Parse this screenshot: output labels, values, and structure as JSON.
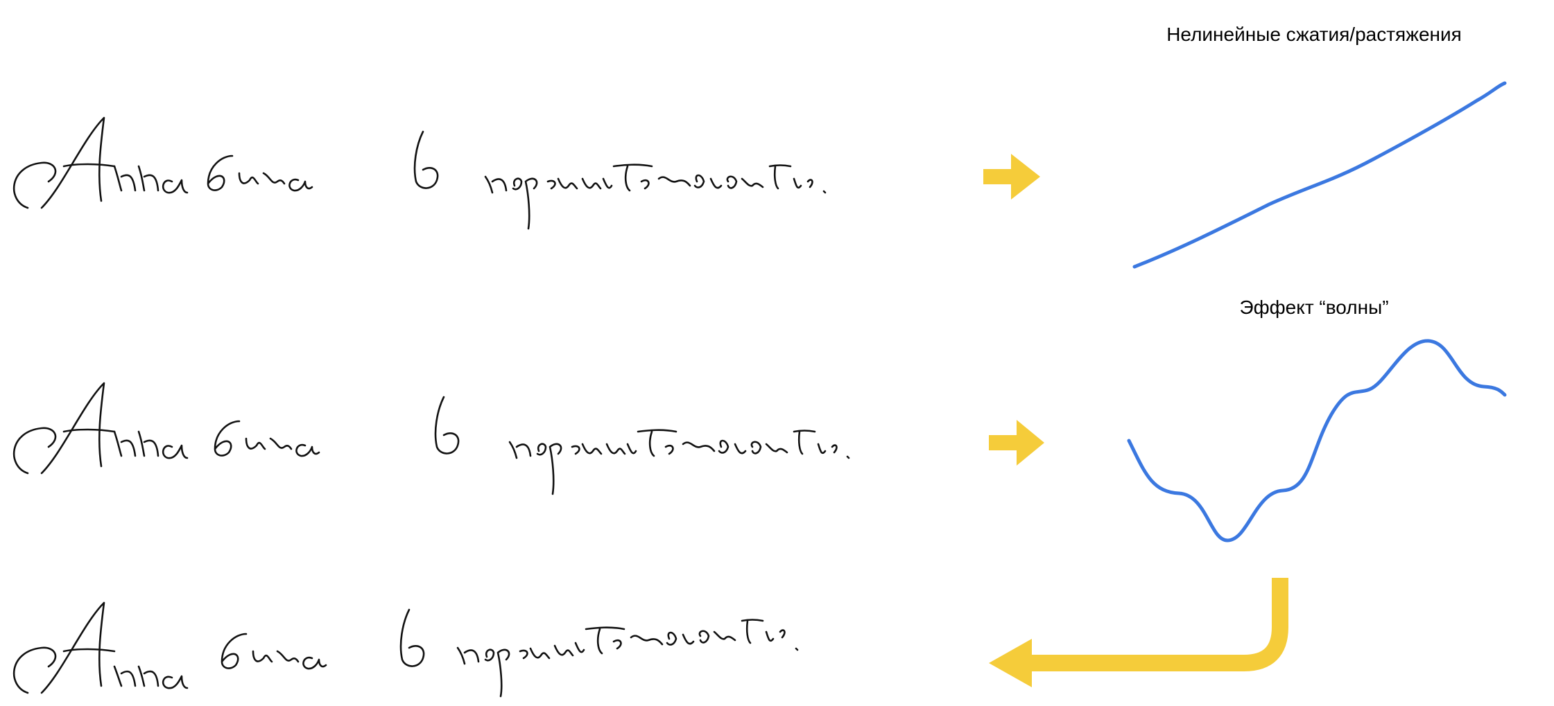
{
  "captions": {
    "compression": "Нелинейные сжатия/растяжения",
    "wave": "Эффект “волны”"
  },
  "handwriting": {
    "sentence": "Анна была в нерешительности."
  },
  "colors": {
    "arrow": "#F5CC3A",
    "curve": "#3B78E0",
    "ink": "#111111"
  }
}
